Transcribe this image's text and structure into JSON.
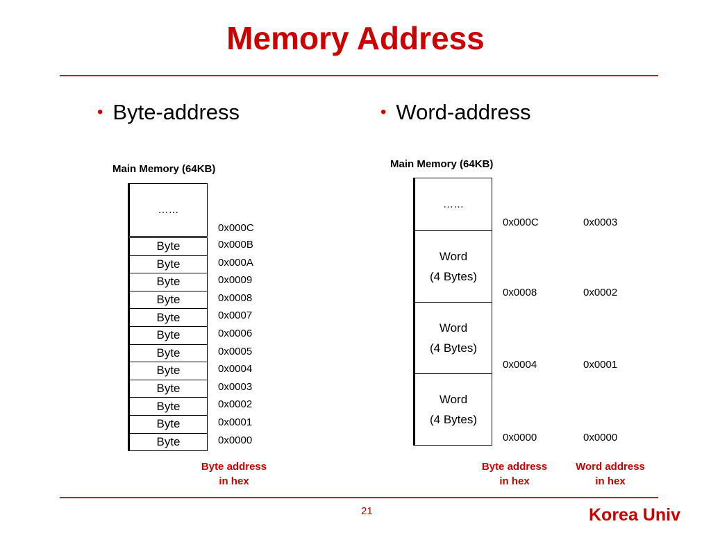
{
  "title": "Memory Address",
  "bullets": {
    "left": "Byte-address",
    "right": "Word-address"
  },
  "byte_memory": {
    "title": "Main Memory (64KB)",
    "top_cell": "……",
    "cell_label": "Byte",
    "top_address": "0x000C",
    "addresses": [
      "0x000B",
      "0x000A",
      "0x0009",
      "0x0008",
      "0x0007",
      "0x0006",
      "0x0005",
      "0x0004",
      "0x0003",
      "0x0002",
      "0x0001",
      "0x0000"
    ],
    "caption_line1": "Byte address",
    "caption_line2": "in hex"
  },
  "word_memory": {
    "title": "Main Memory (64KB)",
    "top_cell": "……",
    "cell_line1": "Word",
    "cell_line2": "(4 Bytes)",
    "byte_addresses": [
      "0x000C",
      "0x0008",
      "0x0004",
      "0x0000"
    ],
    "word_addresses": [
      "0x0003",
      "0x0002",
      "0x0001",
      "0x0000"
    ],
    "byte_caption_line1": "Byte address",
    "byte_caption_line2": "in hex",
    "word_caption_line1": "Word address",
    "word_caption_line2": "in hex"
  },
  "page_number": "21",
  "footer": "Korea Univ",
  "colors": {
    "accent": "#cc0000",
    "text": "#000000"
  }
}
